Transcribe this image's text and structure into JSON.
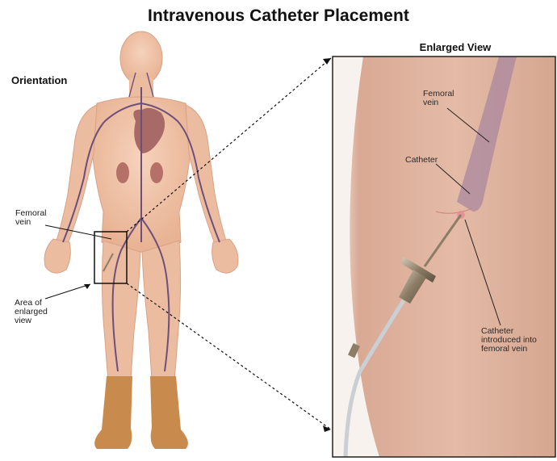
{
  "title": "Intravenous Catheter Placement",
  "orientation_label": "Orientation",
  "enlarged_view_label": "Enlarged View",
  "body_labels": {
    "femoral_vein": [
      "Femoral",
      "vein"
    ],
    "area_enlarged": [
      "Area of",
      "enlarged",
      "view"
    ]
  },
  "zoom_labels": {
    "femoral_vein": [
      "Femoral",
      "vein"
    ],
    "catheter": "Catheter",
    "catheter_introduced": [
      "Catheter",
      "introduced into",
      "femoral vein"
    ]
  },
  "colors": {
    "skin": "#efc3a6",
    "skin_shadow": "#d9a287",
    "vein": "#6e4f7a",
    "heart": "#a86a66",
    "kidney": "#b57067",
    "socks": "#c98a4e",
    "zoom_skin": "#e2b39d",
    "catheter_metal": "#9a8a72"
  }
}
